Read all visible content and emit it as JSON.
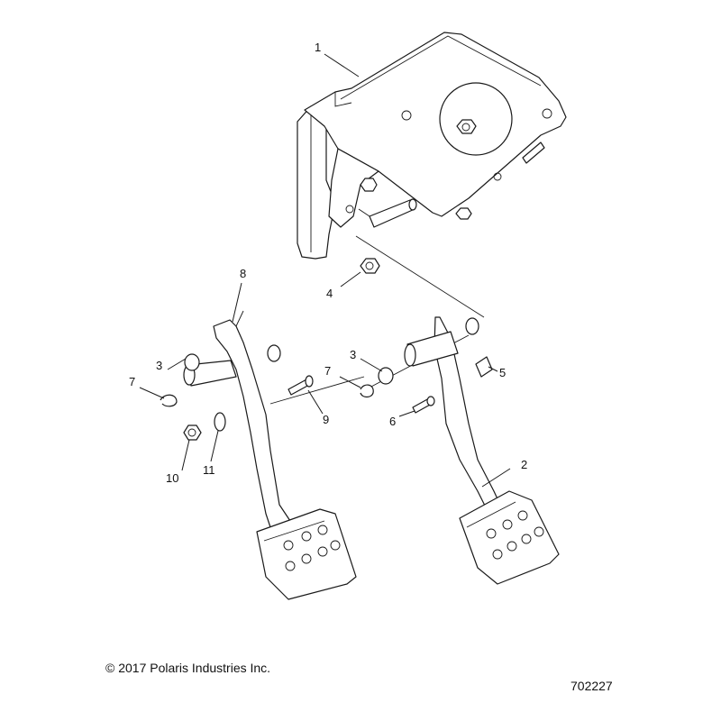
{
  "callouts": {
    "c1": "1",
    "c2": "2",
    "c3a": "3",
    "c3b": "3",
    "c4": "4",
    "c5": "5",
    "c6": "6",
    "c7a": "7",
    "c7b": "7",
    "c8": "8",
    "c9": "9",
    "c10": "10",
    "c11": "11"
  },
  "footer": {
    "copyright": "© 2017 Polaris Industries Inc.",
    "diagram_number": "702227"
  },
  "colors": {
    "line": "#1a1a1a",
    "background": "#ffffff"
  }
}
